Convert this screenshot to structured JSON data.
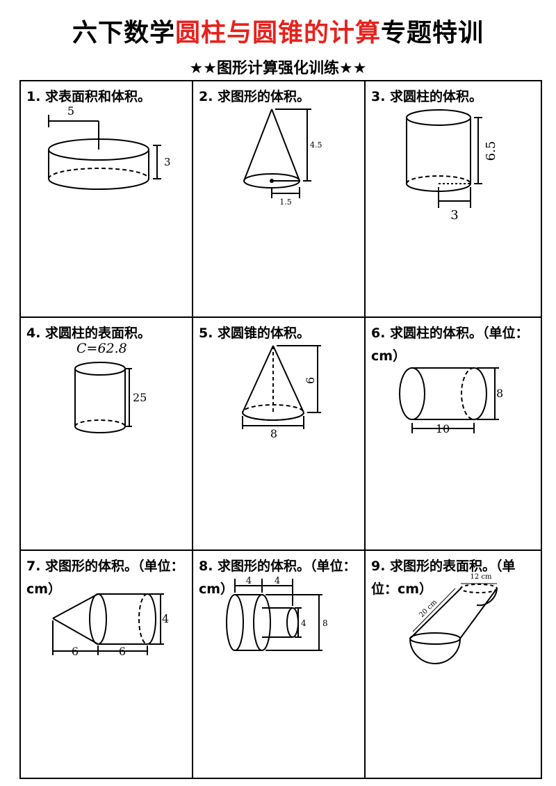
{
  "header": {
    "title_prefix": "六下数学",
    "title_highlight": "圆柱与圆锥的计算",
    "title_suffix": "专题特训",
    "subtitle": "★★图形计算强化训练★★"
  },
  "problems": [
    {
      "question": "1. 求表面积和体积。",
      "labels": [
        "5",
        "3"
      ]
    },
    {
      "question": "2. 求图形的体积。",
      "labels": [
        "4.5",
        "1.5"
      ]
    },
    {
      "question": "3. 求圆柱的体积。",
      "labels": [
        "6.5",
        "3"
      ]
    },
    {
      "question": "4. 求圆柱的表面积。",
      "labels": [
        "C=62.8",
        "25"
      ]
    },
    {
      "question": "5. 求圆锥的体积。",
      "labels": [
        "6",
        "8"
      ]
    },
    {
      "question": "6. 求圆柱的体积。（单位：cm）",
      "labels": [
        "8",
        "10"
      ]
    },
    {
      "question": "7. 求图形的体积。（单位：cm）",
      "labels": [
        "4",
        "6",
        "6"
      ]
    },
    {
      "question": "8. 求图形的体积。（单位：cm）",
      "labels": [
        "4",
        "4",
        "4",
        "8"
      ]
    },
    {
      "question": "9. 求图形的表面积。（单位：cm）",
      "labels": [
        "20 cm",
        "12 cm"
      ]
    }
  ],
  "colors": {
    "highlight": "#e8211c",
    "ink": "#000000"
  }
}
